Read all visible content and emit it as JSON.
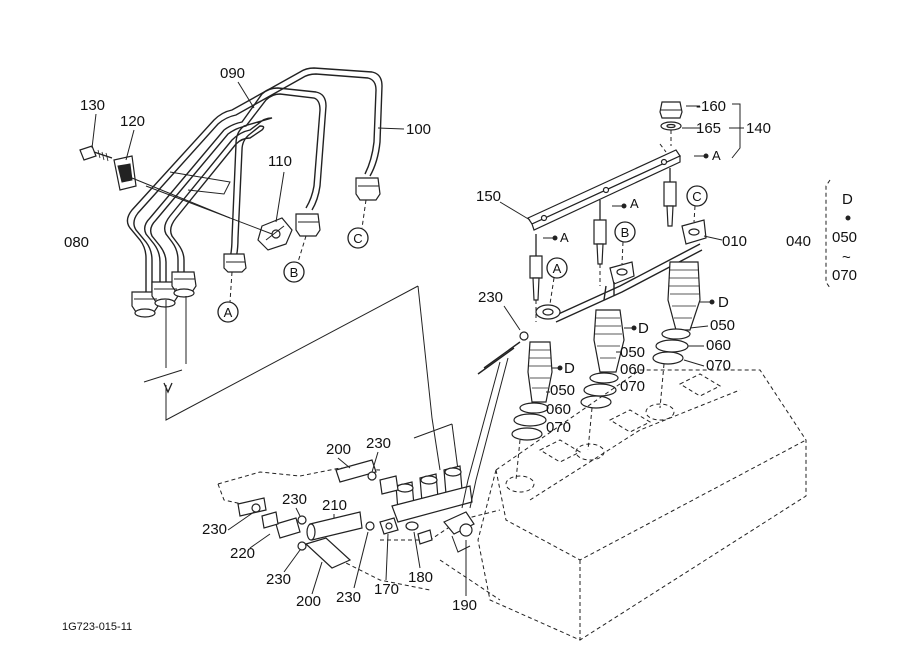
{
  "diagram": {
    "callouts": {
      "p010": "010",
      "p040": "040",
      "p080": "080",
      "p090": "090",
      "p100": "100",
      "p110": "110",
      "p120": "120",
      "p130": "130",
      "p140": "140",
      "p150": "150",
      "p160": "-160",
      "p165": "165",
      "p170": "170",
      "p180": "180",
      "p190": "190",
      "p200a": "200",
      "p200b": "200",
      "p210": "210",
      "p220": "220",
      "p230": [
        "230",
        "230",
        "230",
        "230",
        "230",
        "230"
      ],
      "n050": [
        "050",
        "050",
        "050"
      ],
      "n060": [
        "060",
        "060",
        "060"
      ],
      "n070": [
        "070",
        "070",
        "070"
      ],
      "letterD": [
        "D",
        "D",
        "D"
      ],
      "letterA": [
        "A",
        "A",
        "A"
      ]
    },
    "circled": {
      "A1": "A",
      "B1": "B",
      "C1": "C",
      "A2": "A",
      "B2": "B",
      "C2": "C"
    },
    "legend": {
      "title": "D",
      "from": "050",
      "tilde": "~",
      "to": "070"
    },
    "drawing_code": "1G723-015-11"
  }
}
